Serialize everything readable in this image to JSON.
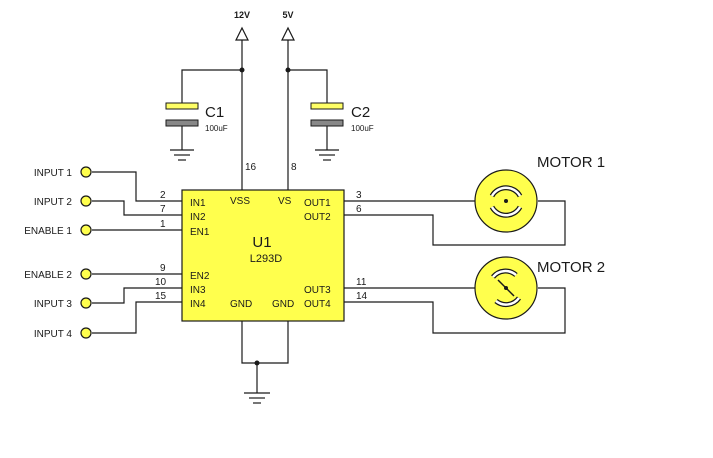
{
  "rails": {
    "v12": "12V",
    "v5": "5V"
  },
  "capacitors": [
    {
      "ref": "C1",
      "value": "100uF"
    },
    {
      "ref": "C2",
      "value": "100uF"
    }
  ],
  "ic": {
    "ref": "U1",
    "part": "L293D",
    "pins_left": [
      "IN1",
      "IN2",
      "EN1",
      "EN2",
      "IN3",
      "IN4"
    ],
    "pins_top": [
      "VSS",
      "VS"
    ],
    "pins_right": [
      "OUT1",
      "OUT2",
      "OUT3",
      "OUT4"
    ],
    "pins_bottom": [
      "GND",
      "GND"
    ],
    "pin_numbers": {
      "in1": "2",
      "in2": "7",
      "en1": "1",
      "en2": "9",
      "in3": "10",
      "in4": "15",
      "vss": "16",
      "vs": "8",
      "out1": "3",
      "out2": "6",
      "out3": "11",
      "out4": "14"
    }
  },
  "inputs": [
    "INPUT 1",
    "INPUT 2",
    "ENABLE 1",
    "ENABLE 2",
    "INPUT 3",
    "INPUT 4"
  ],
  "motors": [
    "MOTOR 1",
    "MOTOR 2"
  ],
  "colors": {
    "ic_fill": "#ffff4d",
    "terminal_fill": "#ffff4d",
    "cap_plate": "#ffff66",
    "wire": "#1a1a1a"
  }
}
